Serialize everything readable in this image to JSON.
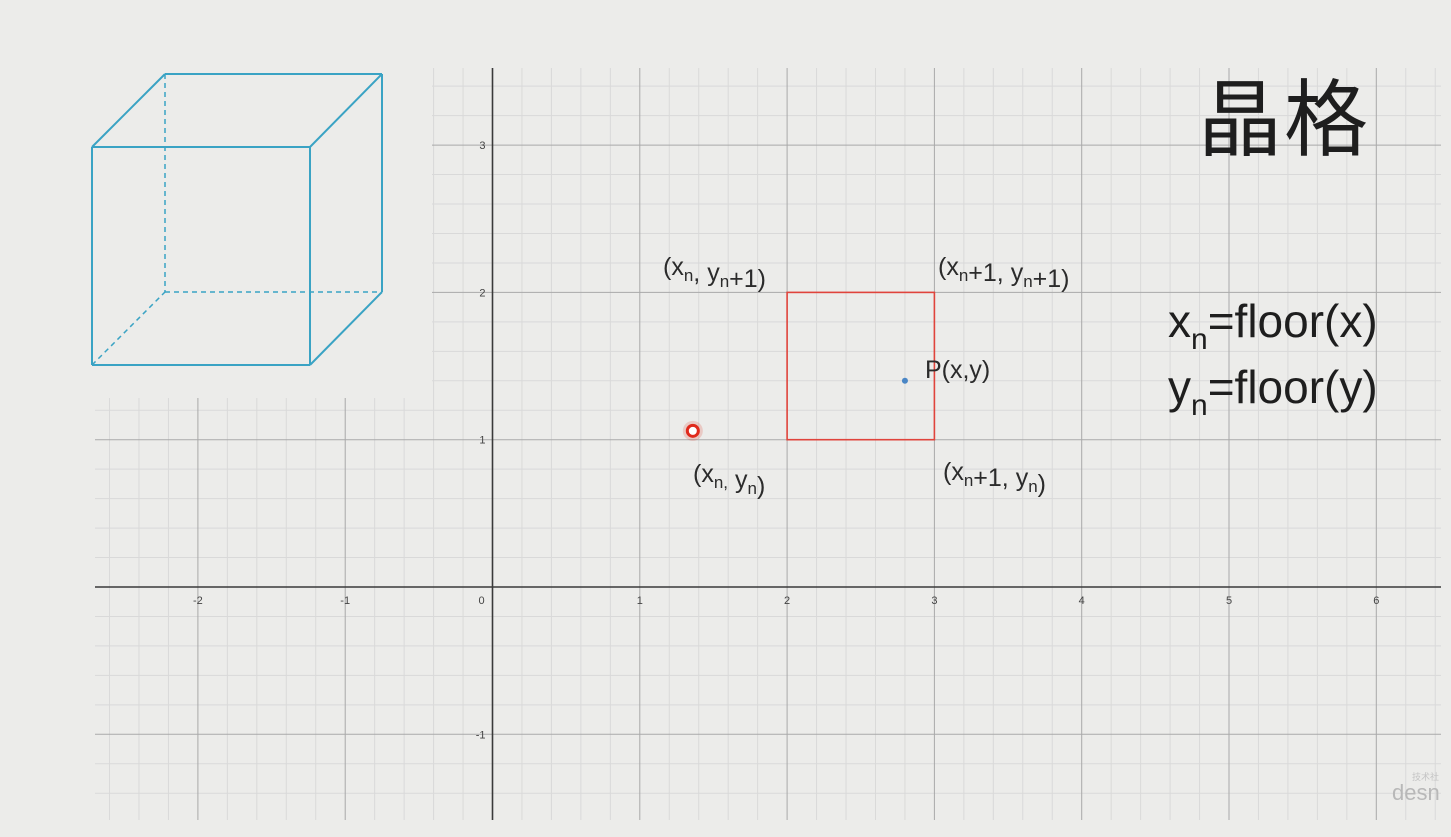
{
  "title": "晶格",
  "formulas": [
    {
      "lhs": "x",
      "sub": "n",
      "rhs": "=floor(x)"
    },
    {
      "lhs": "y",
      "sub": "n",
      "rhs": "=floor(y)"
    }
  ],
  "graph": {
    "x_ticks": [
      "-2",
      "-1",
      "0",
      "1",
      "2",
      "3",
      "4",
      "5",
      "6"
    ],
    "y_ticks": [
      "3",
      "2",
      "1",
      "-1"
    ],
    "x_range": [
      -2.7,
      6.45
    ],
    "y_range": [
      -1.58,
      3.52
    ],
    "cell": {
      "x0": 2,
      "y0": 1,
      "x1": 3,
      "y1": 2,
      "color": "#e0443c"
    },
    "point_p": {
      "label": "P(x,y)",
      "x": 2.8,
      "y": 1.4,
      "color": "#4a86c5"
    },
    "red_point": {
      "x": 1.36,
      "y": 1.06,
      "color": "#e02a1c"
    },
    "corner_labels": {
      "top_left": {
        "a": "(x",
        "a_sub": "n",
        "b": ", y",
        "b_sub": "n",
        "c": "+1)"
      },
      "top_right": {
        "a": "(x",
        "a_sub": "n",
        "b": "+1, y",
        "b_sub": "n",
        "c": "+1)"
      },
      "bottom_left": {
        "a": "(x",
        "a_sub": "n,",
        "b": " y",
        "b_sub": "n",
        "c": ")"
      },
      "bottom_right": {
        "a": "(x",
        "a_sub": "n",
        "b": "+1, y",
        "b_sub": "n",
        "c": ")"
      }
    }
  },
  "cube": {
    "color": "#3aa3c4"
  },
  "colors": {
    "background": "#ececea",
    "grid_major": "#a9a9a9",
    "grid_minor": "#d9d9d9",
    "axis": "#3a3a3a"
  },
  "watermark": {
    "text": "desn",
    "small": "技术社"
  }
}
